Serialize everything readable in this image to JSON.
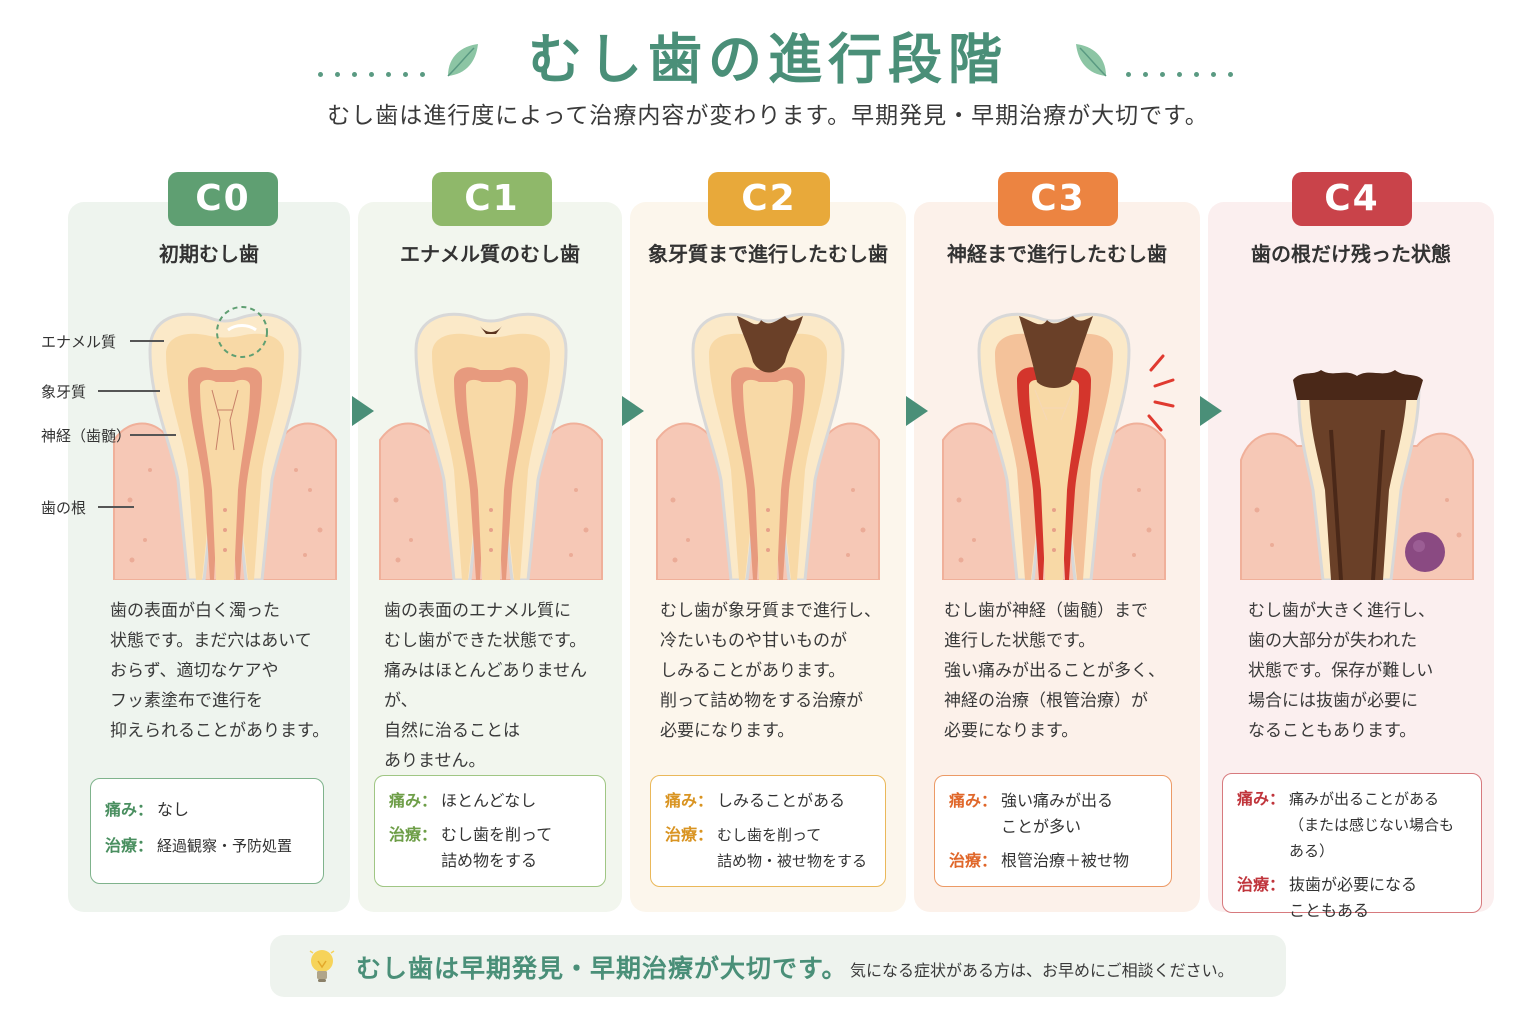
{
  "header": {
    "title": "むし歯の進行段階",
    "subtitle": "むし歯は進行度によって治療内容が変わります。早期発見・早期治療が大切です。"
  },
  "anatomy_labels": {
    "enamel": "エナメル質",
    "dentin": "象牙質",
    "nerve": "神経（歯髄）",
    "root": "歯の根"
  },
  "colors": {
    "c0": "#5f9f72",
    "c1": "#8fb86a",
    "c2": "#e8a93a",
    "c3": "#ec8441",
    "c4": "#c9434a"
  },
  "stages": [
    {
      "badge": "C0",
      "title": "初期むし歯",
      "description": [
        "歯の表面が白く濁った",
        "状態です。まだ穴はあいて",
        "おらず、適切なケアや",
        "フッ素塗布で進行を",
        "抑えられることがあります。"
      ],
      "pain_label": "痛み：",
      "pain": "なし",
      "treatment_label": "治療：",
      "treatment": "経過観察・予防処置"
    },
    {
      "badge": "C1",
      "title": "エナメル質のむし歯",
      "description": [
        "歯の表面のエナメル質に",
        "むし歯ができた状態です。",
        "痛みはほとんどありませんが、",
        "自然に治ることは",
        "ありません。"
      ],
      "pain_label": "痛み：",
      "pain": "ほとんどなし",
      "treatment_label": "治療：",
      "treatment": "むし歯を削って\n詰め物をする"
    },
    {
      "badge": "C2",
      "title": "象牙質まで進行したむし歯",
      "description": [
        "むし歯が象牙質まで進行し、",
        "冷たいものや甘いものが",
        "しみることがあります。",
        "削って詰め物をする治療が",
        "必要になります。"
      ],
      "pain_label": "痛み：",
      "pain": "しみることがある",
      "treatment_label": "治療：",
      "treatment": "むし歯を削って\n詰め物・被せ物をする"
    },
    {
      "badge": "C3",
      "title": "神経まで進行したむし歯",
      "description": [
        "むし歯が神経（歯髄）まで",
        "進行した状態です。",
        "強い痛みが出ることが多く、",
        "神経の治療（根管治療）が",
        "必要になります。"
      ],
      "pain_label": "痛み：",
      "pain": "強い痛みが出る\nことが多い",
      "treatment_label": "治療：",
      "treatment": "根管治療＋被せ物"
    },
    {
      "badge": "C4",
      "title": "歯の根だけ残った状態",
      "description": [
        "むし歯が大きく進行し、",
        "歯の大部分が失われた",
        "状態です。保存が難しい",
        "場合には抜歯が必要に",
        "なることもあります。"
      ],
      "pain_label": "痛み：",
      "pain": "痛みが出ることがある\n（または感じない場合もある）",
      "treatment_label": "治療：",
      "treatment": "抜歯が必要になる\nこともある"
    }
  ],
  "footer": {
    "main": "むし歯は早期発見・早期治療が大切です。",
    "sub": "気になる症状がある方は、お早めにご相談ください。"
  }
}
